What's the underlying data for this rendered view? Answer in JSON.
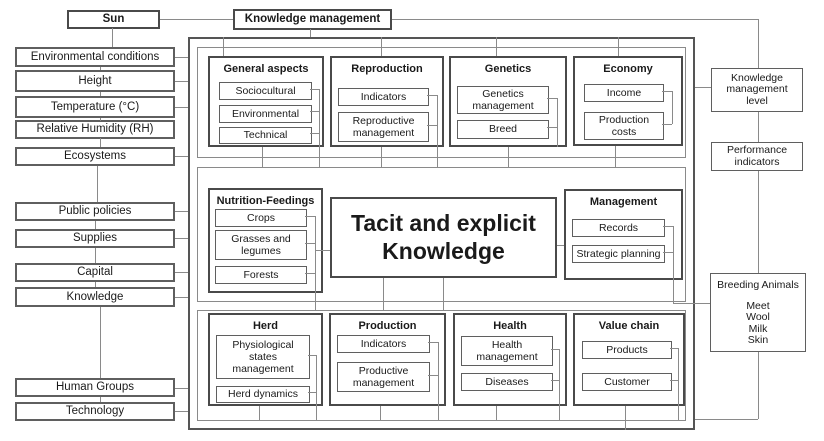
{
  "top": {
    "sun": "Sun",
    "knowledge_management": "Knowledge management"
  },
  "left_column": {
    "items": [
      "Environmental conditions",
      "Height",
      "Temperature (°C)",
      "Relative Humidity (RH)",
      "Ecosystems",
      "Public policies",
      "Supplies",
      "Capital",
      "Knowledge",
      "Human Groups",
      "Technology"
    ]
  },
  "center": {
    "tacit": "Tacit and explicit\nKnowledge",
    "row1": {
      "groups": [
        {
          "title": "General aspects",
          "items": [
            "Sociocultural",
            "Environmental",
            "Technical"
          ]
        },
        {
          "title": "Reproduction",
          "items": [
            "Indicators",
            "Reproductive\nmanagement"
          ]
        },
        {
          "title": "Genetics",
          "items": [
            "Genetics\nmanagement",
            "Breed"
          ]
        },
        {
          "title": "Economy",
          "items": [
            "Income",
            "Production\ncosts"
          ]
        }
      ]
    },
    "row2": {
      "groups": [
        {
          "title": "Nutrition-Feedings",
          "items": [
            "Crops",
            "Grasses and\nlegumes",
            "Forests"
          ]
        },
        {
          "title": "Management",
          "items": [
            "Records",
            "Strategic planning"
          ]
        }
      ]
    },
    "row3": {
      "groups": [
        {
          "title": "Herd",
          "items": [
            "Physiological\nstates\nmanagement",
            "Herd dynamics"
          ]
        },
        {
          "title": "Production",
          "items": [
            "Indicators",
            "Productive\nmanagement"
          ]
        },
        {
          "title": "Health",
          "items": [
            "Health\nmanagement",
            "Diseases"
          ]
        },
        {
          "title": "Value chain",
          "items": [
            "Products",
            "Customer"
          ]
        }
      ]
    }
  },
  "right_column": {
    "km_level": "Knowledge\nmanagement\nlevel",
    "performance": "Performance\nindicators",
    "breeding": {
      "title": "Breeding Animals",
      "products": [
        "Meet",
        "Wool",
        "Milk",
        "Skin"
      ]
    }
  },
  "colors": {
    "background": "#ffffff",
    "box_border": "#555555",
    "connector": "#8a8a8a",
    "text": "#1a1a1a"
  }
}
